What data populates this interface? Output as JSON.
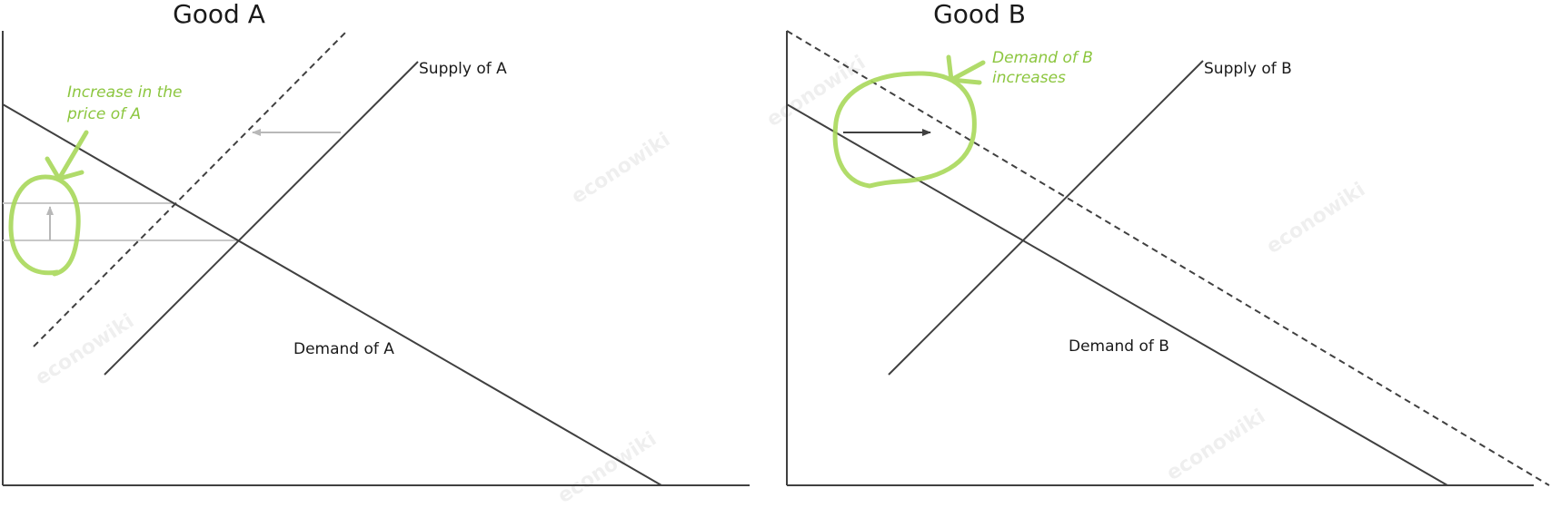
{
  "colors": {
    "line": "#404040",
    "guide": "#c8c8c8",
    "highlight": "#a8d85a",
    "note": "#8cc63f"
  },
  "panels": [
    {
      "title": "Good A",
      "supply_label": "Supply of A",
      "demand_label": "Demand of A",
      "annotation": [
        "Increase in the",
        "price of A"
      ],
      "watermark": "econowiki"
    },
    {
      "title": "Good B",
      "supply_label": "Supply of B",
      "demand_label": "Demand of B",
      "annotation": [
        "Demand of B",
        "increases"
      ],
      "watermark": "econowiki"
    }
  ]
}
